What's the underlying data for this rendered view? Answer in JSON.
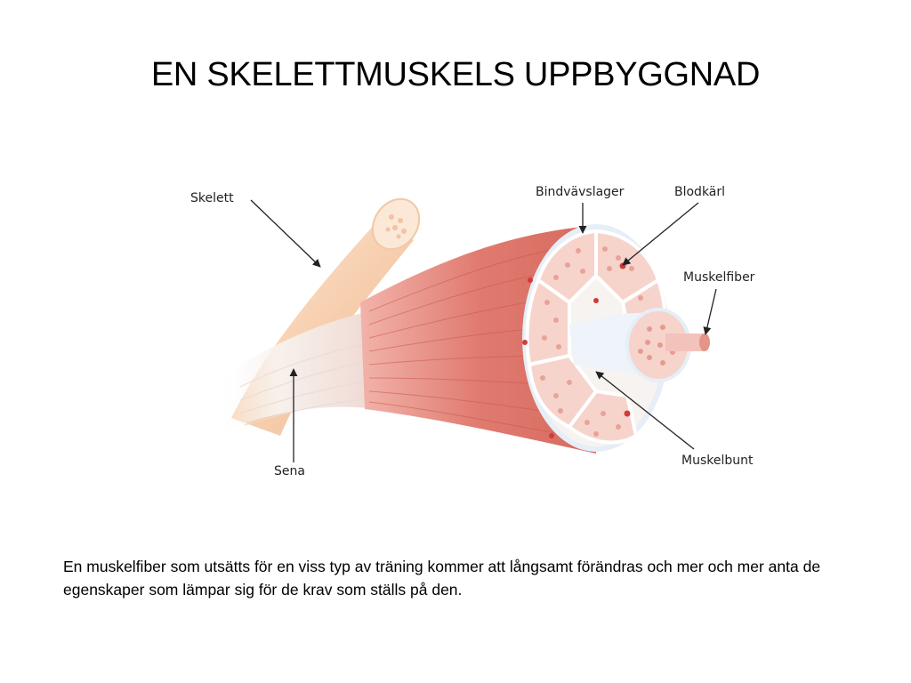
{
  "slide": {
    "title": "EN SKELETTMUSKELS UPPBYGGNAD",
    "body": "En muskelfiber som utsätts för en viss typ av träning kommer att långsamt förändras och mer och mer anta de egenskaper som lämpar sig för de krav som ställs på den."
  },
  "figure": {
    "labels": {
      "skeleton": "Skelett",
      "tendon": "Sena",
      "connective_layer": "Bindvävslager",
      "blood_vessel": "Blodkärl",
      "muscle_fiber": "Muskelfiber",
      "muscle_bundle": "Muskelbunt"
    },
    "colors": {
      "muscle": "#e07b70",
      "muscle_dark": "#c9574d",
      "bone": "#f4c9a6",
      "tendon": "#f3eee9",
      "fascicle_fill": "#f6d4cc",
      "fiber_dot": "#e79a8e",
      "membrane": "#e6eef7",
      "vessel": "#cf3b3b"
    }
  }
}
